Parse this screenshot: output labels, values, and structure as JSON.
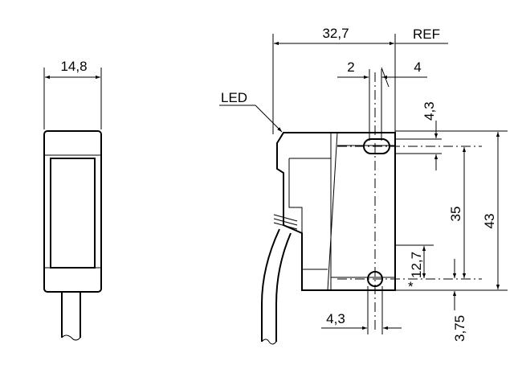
{
  "drawing": {
    "type": "dimension drawing",
    "labels": {
      "width_front": "14,8",
      "length": "32,7",
      "ref": "REF",
      "led": "LED",
      "dim_2": "2",
      "dim_4": "4",
      "dim_4_3_top": "4,3",
      "dim_35": "35",
      "dim_43": "43",
      "dim_12_7": "12,7",
      "asterisk": "*",
      "dim_4_3_bottom": "4,3",
      "dim_3_75": "3,75"
    }
  }
}
